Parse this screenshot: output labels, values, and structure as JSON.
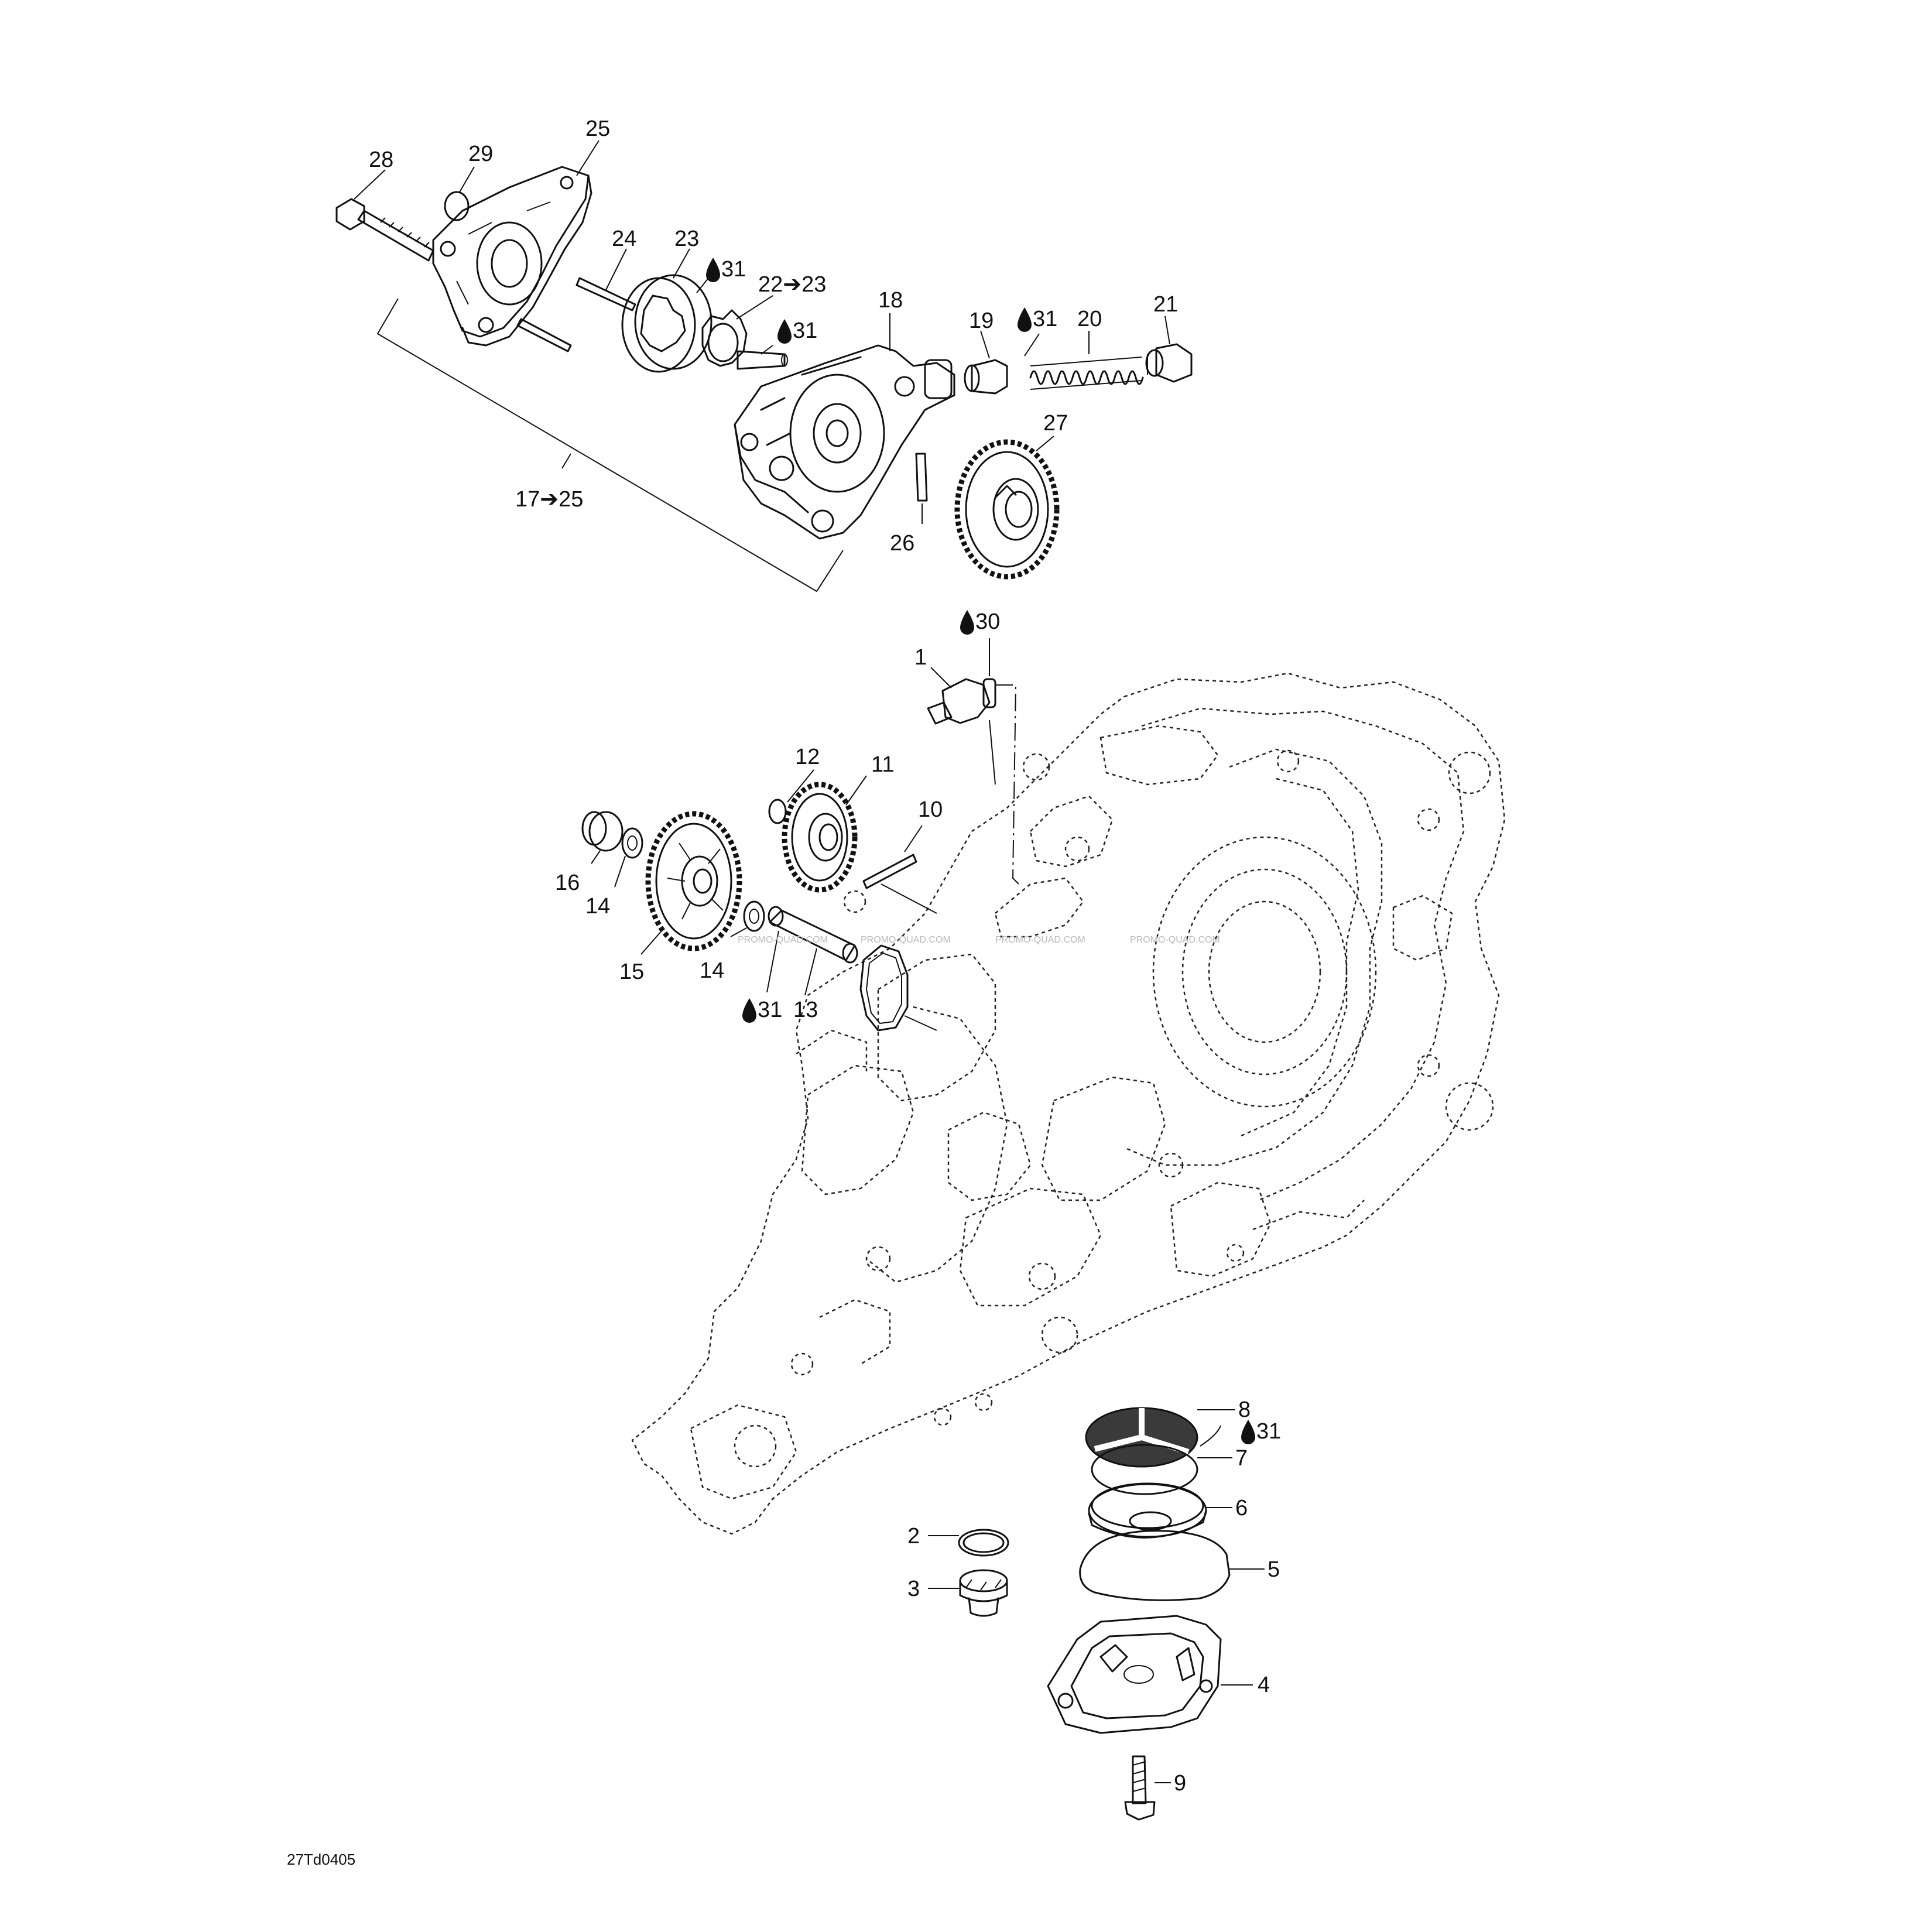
{
  "diagram_code": "27Td0405",
  "watermark": "PROMO-QUAD.COM",
  "labels": {
    "l1": "1",
    "l2": "2",
    "l3": "3",
    "l4": "4",
    "l5": "5",
    "l6": "6",
    "l7": "7",
    "l8": "8",
    "l9": "9",
    "l10": "10",
    "l11": "11",
    "l12": "12",
    "l13": "13",
    "l14a": "14",
    "l14b": "14",
    "l15": "15",
    "l16": "16",
    "l17_25": "17➔25",
    "l18": "18",
    "l19": "19",
    "l20": "20",
    "l21": "21",
    "l22_23": "22➔23",
    "l23": "23",
    "l24": "24",
    "l25": "25",
    "l26": "26",
    "l27": "27",
    "l28": "28",
    "l29": "29"
  },
  "lubricant_refs": {
    "r31a": "31",
    "r31b": "31",
    "r31c": "31",
    "r31d": "31",
    "r31e": "31",
    "r30": "30"
  }
}
